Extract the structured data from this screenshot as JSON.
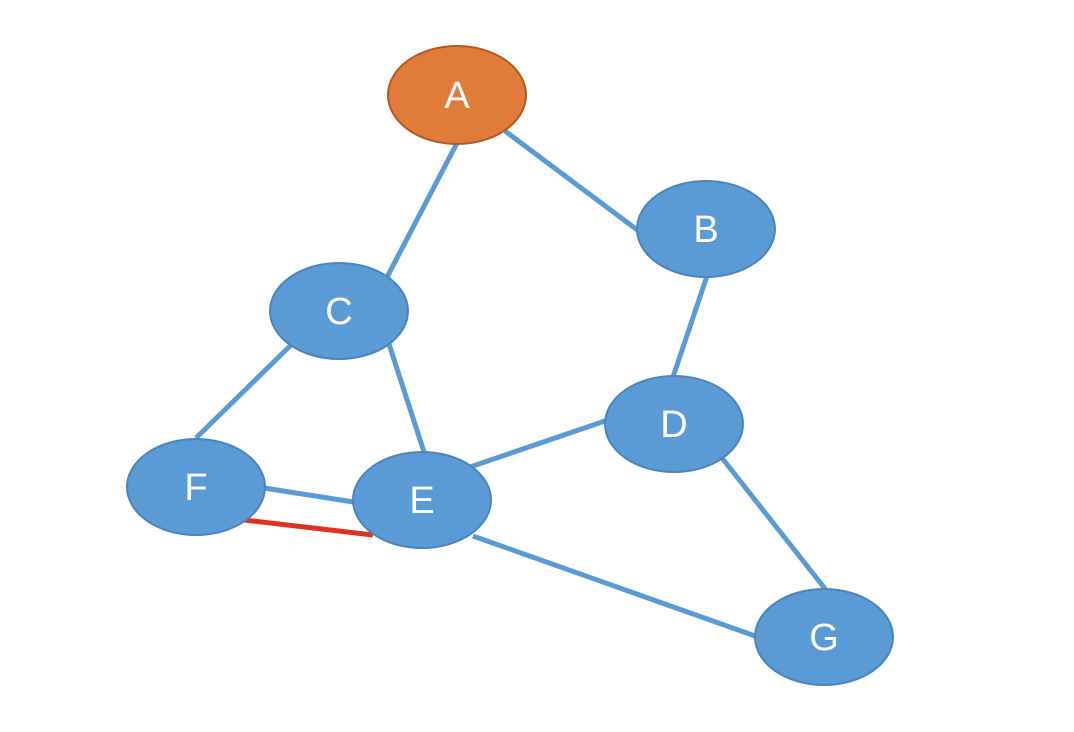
{
  "diagram": {
    "colors": {
      "edge": "#5b9bd5",
      "highlight_edge": "#e03020",
      "node_fill": "#5b9bd5",
      "node_stroke": "#4a84bf",
      "start_node_fill": "#e07b39",
      "start_node_stroke": "#b05a20",
      "label": "#ffffff"
    },
    "nodes": [
      {
        "id": "A",
        "label": "A",
        "start": true
      },
      {
        "id": "B",
        "label": "B"
      },
      {
        "id": "C",
        "label": "C"
      },
      {
        "id": "D",
        "label": "D"
      },
      {
        "id": "E",
        "label": "E"
      },
      {
        "id": "F",
        "label": "F"
      },
      {
        "id": "G",
        "label": "G"
      }
    ],
    "edges": [
      {
        "from": "A",
        "to": "C"
      },
      {
        "from": "A",
        "to": "B"
      },
      {
        "from": "B",
        "to": "D"
      },
      {
        "from": "C",
        "to": "F"
      },
      {
        "from": "C",
        "to": "E"
      },
      {
        "from": "D",
        "to": "E"
      },
      {
        "from": "D",
        "to": "G"
      },
      {
        "from": "F",
        "to": "E"
      },
      {
        "from": "E",
        "to": "G"
      },
      {
        "from": "F",
        "to": "E",
        "highlighted": true
      }
    ]
  }
}
